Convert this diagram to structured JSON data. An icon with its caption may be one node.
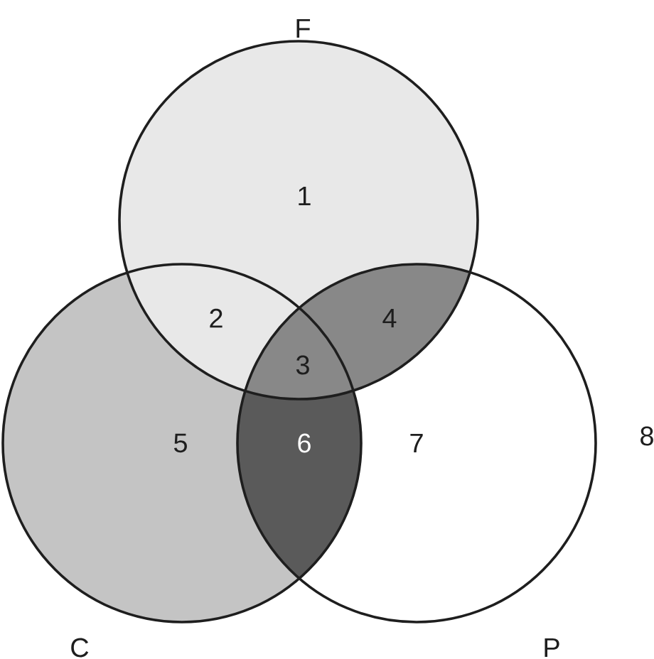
{
  "diagram": {
    "nodes": [
      {
        "text": [
          "F"
        ]
      },
      {
        "text": [
          "C"
        ]
      },
      {
        "text": [
          "P"
        ]
      }
    ],
    "labels": [
      "1",
      "2",
      "3",
      "4",
      "5",
      "6",
      "7",
      "8"
    ]
  }
}
